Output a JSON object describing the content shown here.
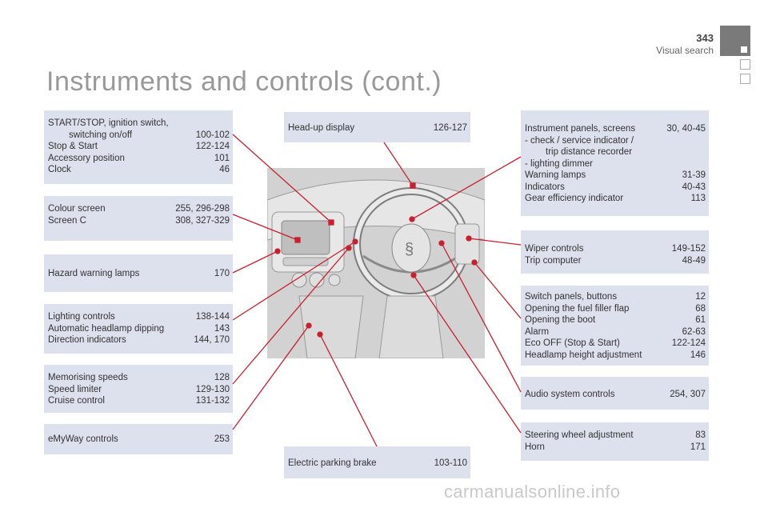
{
  "header": {
    "page_number": "343",
    "section": "Visual search",
    "title": "Instruments and controls (cont.)"
  },
  "boxes": {
    "start": [
      {
        "label": "START/STOP, ignition switch,",
        "page": ""
      },
      {
        "label": "switching on/off",
        "page": "100-102",
        "indent": true
      },
      {
        "label": "Stop & Start",
        "page": "122-124"
      },
      {
        "label": "Accessory position",
        "page": "101"
      },
      {
        "label": "Clock",
        "page": "46"
      }
    ],
    "colour": [
      {
        "label": "Colour screen",
        "page": "255, 296-298"
      },
      {
        "label": "Screen C",
        "page": "308, 327-329"
      }
    ],
    "hazard": [
      {
        "label": "Hazard warning lamps",
        "page": "170"
      }
    ],
    "lighting": [
      {
        "label": "Lighting controls",
        "page": "138-144"
      },
      {
        "label": "Automatic headlamp dipping",
        "page": "143"
      },
      {
        "label": "Direction indicators",
        "page": "144, 170"
      }
    ],
    "memorising": [
      {
        "label": "Memorising speeds",
        "page": "128"
      },
      {
        "label": "Speed limiter",
        "page": "129-130"
      },
      {
        "label": "Cruise control",
        "page": "131-132"
      }
    ],
    "emyway": [
      {
        "label": "eMyWay controls",
        "page": "253"
      }
    ],
    "headup": [
      {
        "label": "Head-up display",
        "page": "126-127"
      }
    ],
    "parking": [
      {
        "label": "Electric parking brake",
        "page": "103-110"
      }
    ],
    "instrument": [
      {
        "label": "Instrument panels, screens",
        "page": "30, 40-45"
      },
      {
        "label": "-    check / service indicator /",
        "page": ""
      },
      {
        "label": "trip distance recorder",
        "page": "",
        "indent": true
      },
      {
        "label": "-    lighting dimmer",
        "page": ""
      },
      {
        "label": "Warning lamps",
        "page": "31-39"
      },
      {
        "label": "Indicators",
        "page": "40-43"
      },
      {
        "label": "Gear efficiency indicator",
        "page": "113"
      }
    ],
    "wiper": [
      {
        "label": "Wiper controls",
        "page": "149-152"
      },
      {
        "label": "Trip computer",
        "page": "48-49"
      }
    ],
    "switch": [
      {
        "label": "Switch panels, buttons",
        "page": "12"
      },
      {
        "label": "Opening the fuel filler flap",
        "page": "68"
      },
      {
        "label": "Opening the boot",
        "page": "61"
      },
      {
        "label": "Alarm",
        "page": "62-63"
      },
      {
        "label": "Eco OFF (Stop & Start)",
        "page": "122-124"
      },
      {
        "label": "Headlamp height adjustment",
        "page": "146"
      }
    ],
    "audio": [
      {
        "label": "Audio system controls",
        "page": "254, 307"
      }
    ],
    "steering": [
      {
        "label": "Steering wheel adjustment",
        "page": "83"
      },
      {
        "label": "Horn",
        "page": "171"
      }
    ]
  },
  "footer": "carmanualsonline.info",
  "colors": {
    "accent": "#c8202e",
    "box_bg": "#dde0ed",
    "title": "#999999"
  }
}
